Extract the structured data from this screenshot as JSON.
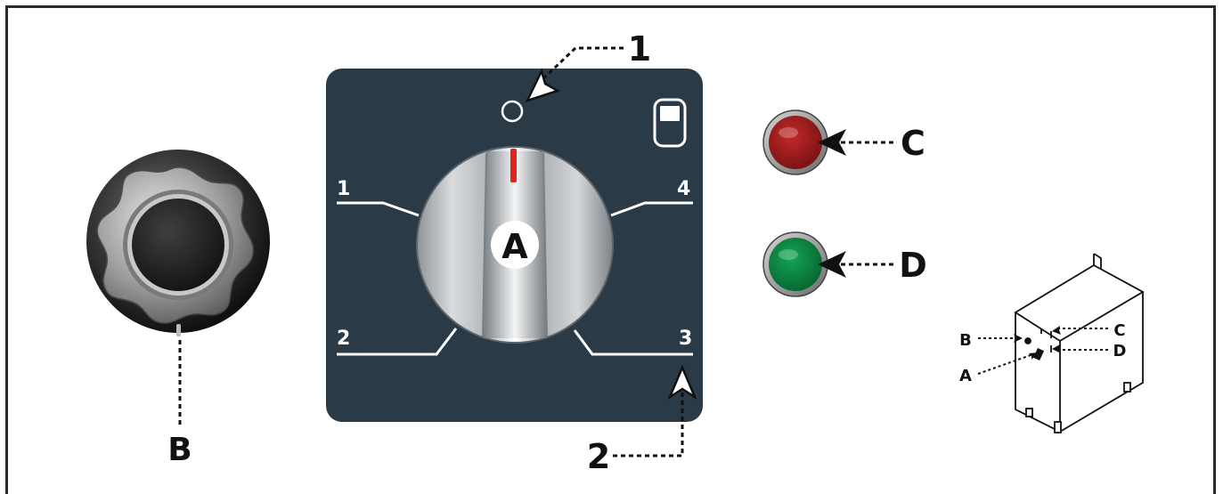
{
  "labels": {
    "callout_1": "1",
    "callout_2": "2",
    "knob_a": "A",
    "knob_b": "B",
    "lamp_c": "C",
    "lamp_d": "D"
  },
  "panel": {
    "position_1": "1",
    "position_2": "2",
    "position_3": "3",
    "position_4": "4"
  },
  "mini_diagram": {
    "label_a": "A",
    "label_b": "B",
    "label_c": "C",
    "label_d": "D"
  },
  "colors": {
    "panel": "#2b3a47",
    "lamp_red": "#a31d1d",
    "lamp_green": "#0e8a44",
    "indicator_red": "#e0231b"
  }
}
